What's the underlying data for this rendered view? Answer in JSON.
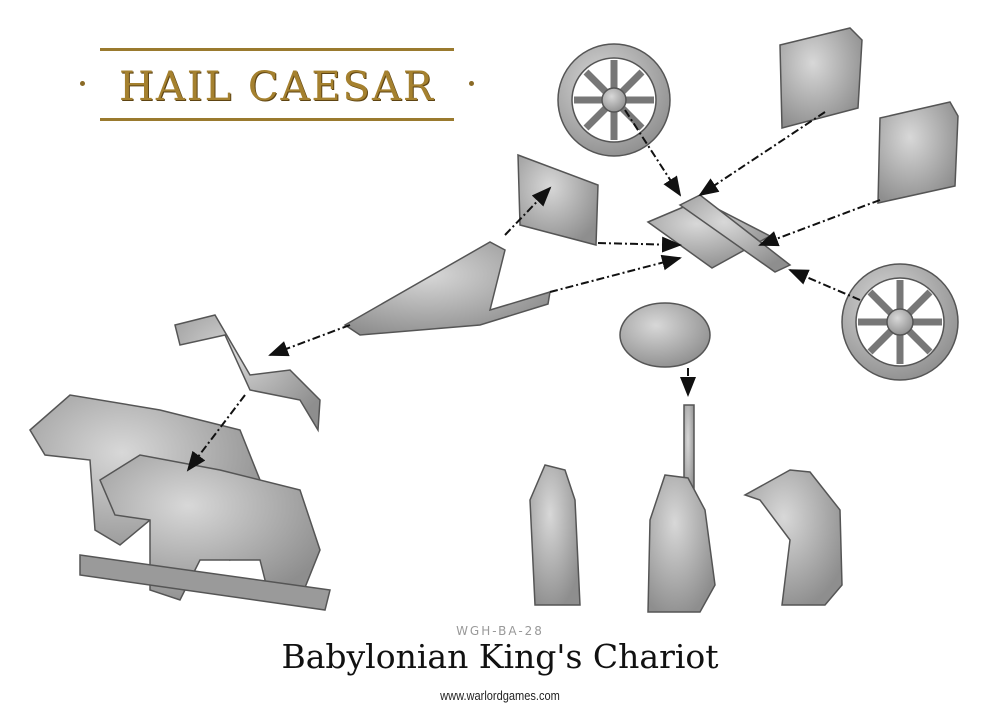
{
  "logo": {
    "text": "HAIL CAESAR",
    "color": "#a5812f"
  },
  "product": {
    "code": "WGH-BA-28",
    "title": "Babylonian King's Chariot",
    "website": "www.warlordgames.com"
  }
}
